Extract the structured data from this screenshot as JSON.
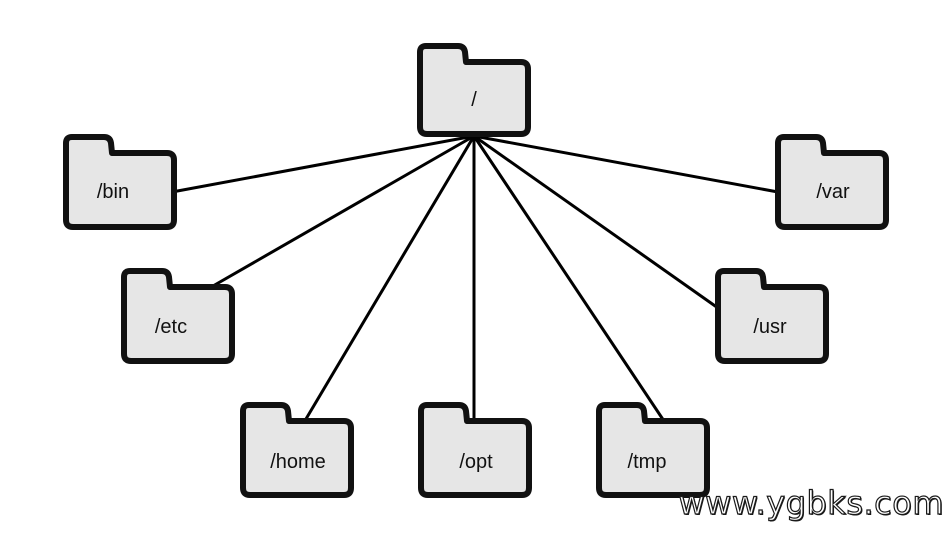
{
  "diagram": {
    "root": {
      "label": "/"
    },
    "children": [
      {
        "id": "bin",
        "label": "/bin"
      },
      {
        "id": "etc",
        "label": "/etc"
      },
      {
        "id": "home",
        "label": "/home"
      },
      {
        "id": "opt",
        "label": "/opt"
      },
      {
        "id": "tmp",
        "label": "/tmp"
      },
      {
        "id": "usr",
        "label": "/usr"
      },
      {
        "id": "var",
        "label": "/var"
      }
    ],
    "colors": {
      "folder_fill": "#e6e6e6",
      "folder_stroke": "#111111",
      "connector": "#000000"
    },
    "folder_icon": "folder-icon"
  },
  "watermark": {
    "text": "www.ygbks.com"
  }
}
